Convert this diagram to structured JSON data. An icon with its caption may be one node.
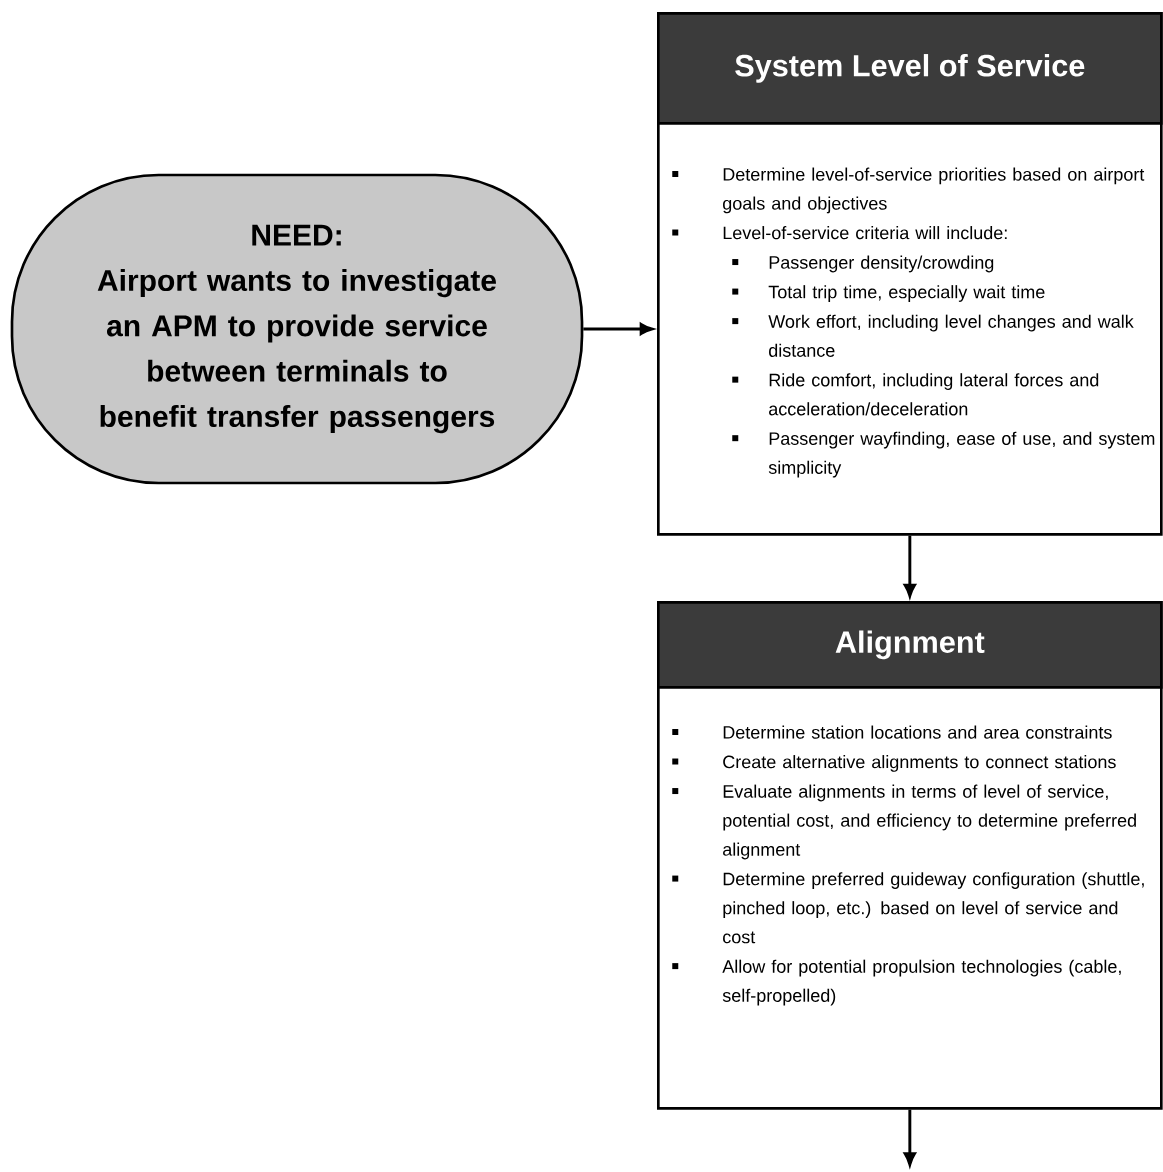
{
  "diagram": {
    "nodes": [
      {
        "text": [
          "NEED:",
          "Airport wants to investigate an APM to provide service between terminals to benefit transfer passengers"
        ]
      },
      {
        "text": [
          "System Level of Service",
          "Determine level-of-service priorities based on airport goals and objectives",
          "Level-of-service criteria will include:",
          "Passenger density/crowding",
          "Total trip time, especially wait time",
          "Work effort, including level changes and walk distance",
          "Ride comfort, including lateral forces and acceleration/deceleration",
          "Passenger wayfinding, ease of use, and system simplicity"
        ]
      },
      {
        "text": [
          "Alignment",
          "Determine station locations and area constraints",
          "Create alternative alignments to connect stations",
          "Evaluate alignments in terms of level of service, potential cost, and efficiency to determine preferred alignment",
          "Determine preferred guideway configuration (shuttle, pinched loop, etc.) based on level of service and cost",
          "Allow for potential propulsion technologies (cable, self-propelled)"
        ]
      }
    ],
    "edges": [
      {
        "from": 0,
        "to": 1,
        "arrow": "to"
      },
      {
        "from": 1,
        "to": 2,
        "arrow": "to"
      },
      {
        "from": 2,
        "to": null,
        "arrow": "to"
      }
    ]
  }
}
